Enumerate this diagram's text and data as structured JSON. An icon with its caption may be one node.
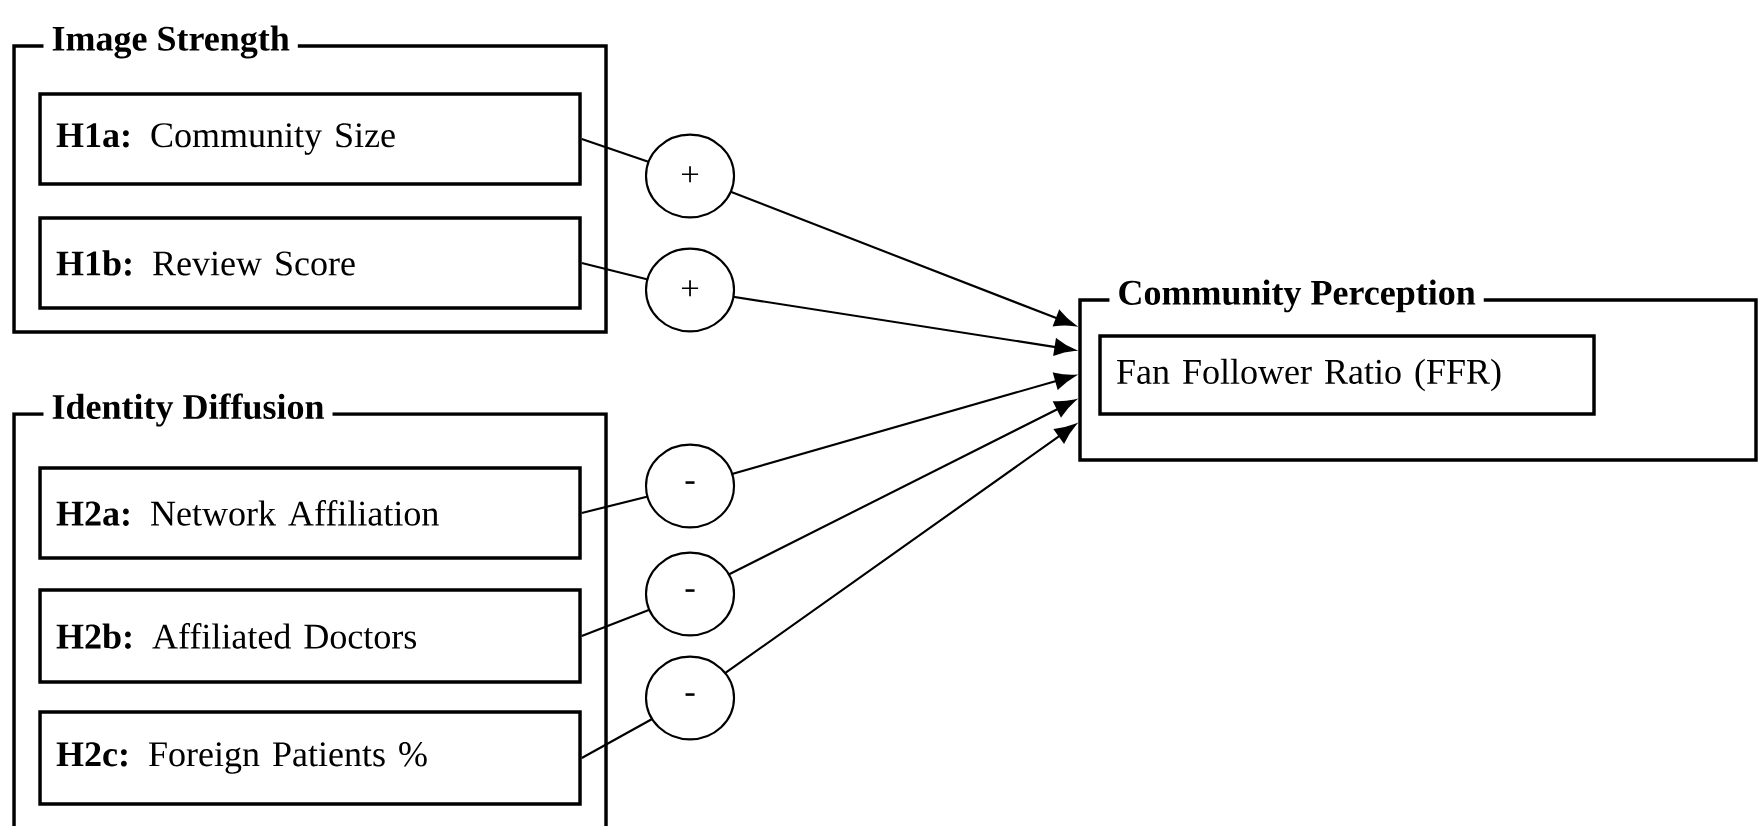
{
  "diagram": {
    "nodes": [
      {
        "text": [
          "Image Strength"
        ]
      },
      {
        "text": [
          "**H1a:** Community Size"
        ],
        "in": 0
      },
      {
        "text": [
          "**H1b:** Review Score"
        ],
        "in": 0
      },
      {
        "text": [
          "Identity Diffusion"
        ]
      },
      {
        "text": [
          "**H2a:** Network Affiliation"
        ],
        "in": 3
      },
      {
        "text": [
          "**H2b:** Affiliated Doctors"
        ],
        "in": 3
      },
      {
        "text": [
          "**H2c:** Foreign Patients %"
        ],
        "in": 3
      },
      {
        "text": [
          "Community Perception"
        ]
      },
      {
        "text": [
          "Fan Follower Ratio (FFR)"
        ],
        "in": 7
      }
    ],
    "edges": [
      {
        "from": 1,
        "to": 7,
        "arrow": "to",
        "label": "+"
      },
      {
        "from": 2,
        "to": 7,
        "arrow": "to",
        "label": "+"
      },
      {
        "from": 4,
        "to": 7,
        "arrow": "to",
        "label": "-"
      },
      {
        "from": 5,
        "to": 7,
        "arrow": "to",
        "label": "-"
      },
      {
        "from": 6,
        "to": 7,
        "arrow": "to",
        "label": "-"
      }
    ]
  }
}
